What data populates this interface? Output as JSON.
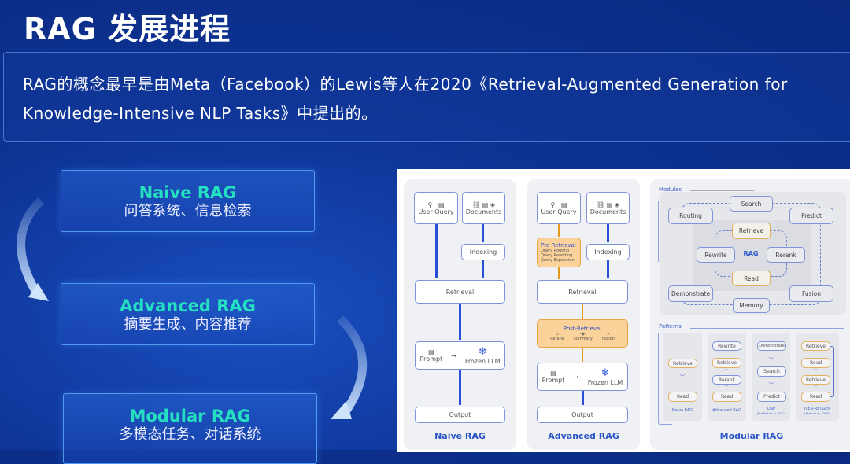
{
  "title": "RAG 发展进程",
  "description": "RAG的概念最早是由Meta（Facebook）的Lewis等人在2020《Retrieval-Augmented Generation for Knowledge-Intensive NLP Tasks》中提出的。",
  "stages": [
    {
      "name": "Naive RAG",
      "desc": "问答系统、信息检索"
    },
    {
      "name": "Advanced RAG",
      "desc": "摘要生成、内容推荐"
    },
    {
      "name": "Modular RAG",
      "desc": "多模态任务、对话系统"
    }
  ],
  "colors": {
    "background": "#0d3394",
    "stage_title": "#25e0c0",
    "diagram_accent": "#2a55c9",
    "highlight": "#fbd39a"
  },
  "diagram": {
    "naive": {
      "user": "User",
      "query": "Query",
      "documents": "Documents",
      "indexing": "Indexing",
      "retrieval": "Retrieval",
      "prompt": "Prompt",
      "llm": "Frozen LLM",
      "output": "Output",
      "label": "Naive RAG"
    },
    "advanced": {
      "user": "User",
      "query": "Query",
      "documents": "Documents",
      "pre": "Pre-Retrieval",
      "pre_items": [
        "Query Routing",
        "Query Rewriting",
        "Query Expansion"
      ],
      "indexing": "Indexing",
      "retrieval": "Retrieval",
      "post": "Post-Retrieval",
      "post_items": [
        "Rerank",
        "Summary",
        "Fusion"
      ],
      "prompt": "Prompt",
      "llm": "Frozen LLM",
      "output": "Output",
      "label": "Advanced RAG"
    },
    "modular": {
      "modules_label": "Modules",
      "modules": {
        "search": "Search",
        "routing": "Routing",
        "predict": "Predict",
        "retrieve": "Retrieve",
        "rewrite": "Rewrite",
        "rag": "RAG",
        "rerank": "Rerank",
        "read": "Read",
        "demonstrate": "Demonstrate",
        "fusion": "Fusion",
        "memory": "Memory"
      },
      "patterns_label": "Patterns",
      "patterns": [
        {
          "name": "Naive RAG",
          "cite": "",
          "steps": [
            "Retrieve",
            "Read"
          ]
        },
        {
          "name": "Advanced RAG",
          "cite": "",
          "steps": [
            "Rewrite",
            "Retrieve",
            "Rerank",
            "Read"
          ]
        },
        {
          "name": "DSP",
          "cite": "(Khattab et al.,2022)",
          "steps": [
            "Demonstrate",
            "Search",
            "Predict"
          ]
        },
        {
          "name": "ITER-RETGEN",
          "cite": "(Shao et al., 2023)",
          "steps": [
            "Retrieve",
            "Read",
            "Retrieve",
            "Read"
          ]
        }
      ],
      "label": "Modular RAG"
    }
  }
}
